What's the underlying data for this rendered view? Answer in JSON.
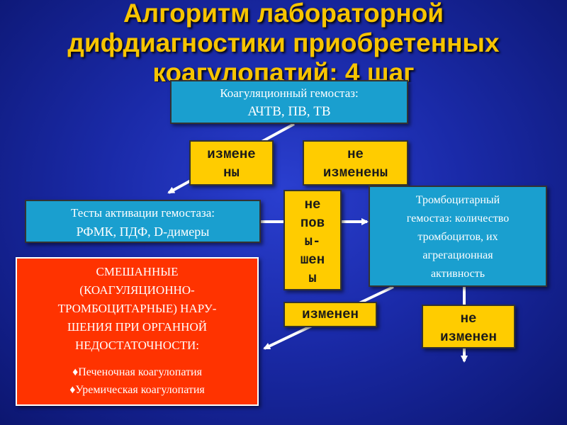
{
  "title": {
    "line1": "Алгоритм лабораторной",
    "line2": "дифдиагностики приобретенных",
    "line3": "коагулопатий: 4 шаг"
  },
  "coag_box": {
    "line1": "Коагуляционный гемостаз:",
    "line2": "АЧТВ, ПВ, ТВ"
  },
  "changed_box": {
    "line1": "измене",
    "line2": "ны"
  },
  "not_changed_box": {
    "line1": "не",
    "line2": "изменены"
  },
  "activation_box": {
    "line1": "Тесты активации гемостаза:",
    "line2": "РФМК, ПДФ, D-димеры"
  },
  "not_increased_box": {
    "line1": "не",
    "line2": "пов",
    "line3": "ы-",
    "line4": "шен",
    "line5": "ы"
  },
  "platelet_box": {
    "line1": "Тромбоцитарный",
    "line2": "гемостаз: количество",
    "line3": "тромбоцитов, их",
    "line4": "агрегационная",
    "line5": "активность"
  },
  "mixed_box": {
    "line1": "СМЕШАННЫЕ",
    "line2": "(КОАГУЛЯЦИОННО-",
    "line3": "ТРОМБОЦИТАРНЫЕ) НАРУ-",
    "line4": "ШЕНИЯ ПРИ ОРГАННОЙ",
    "line5": "НЕДОСТАТОЧНОСТИ:",
    "item1": "♦Печеночная коагулопатия",
    "item2": "♦Уремическая коагулопатия"
  },
  "changed2_box": {
    "label": "изменен"
  },
  "not_changed2_box": {
    "line1": "не",
    "line2": "изменен"
  },
  "colors": {
    "title": "#f7c400",
    "blue_box": "#1a9fcf",
    "yellow_box": "#ffcc00",
    "red_box": "#ff3300",
    "background": "#1a2aa8"
  }
}
